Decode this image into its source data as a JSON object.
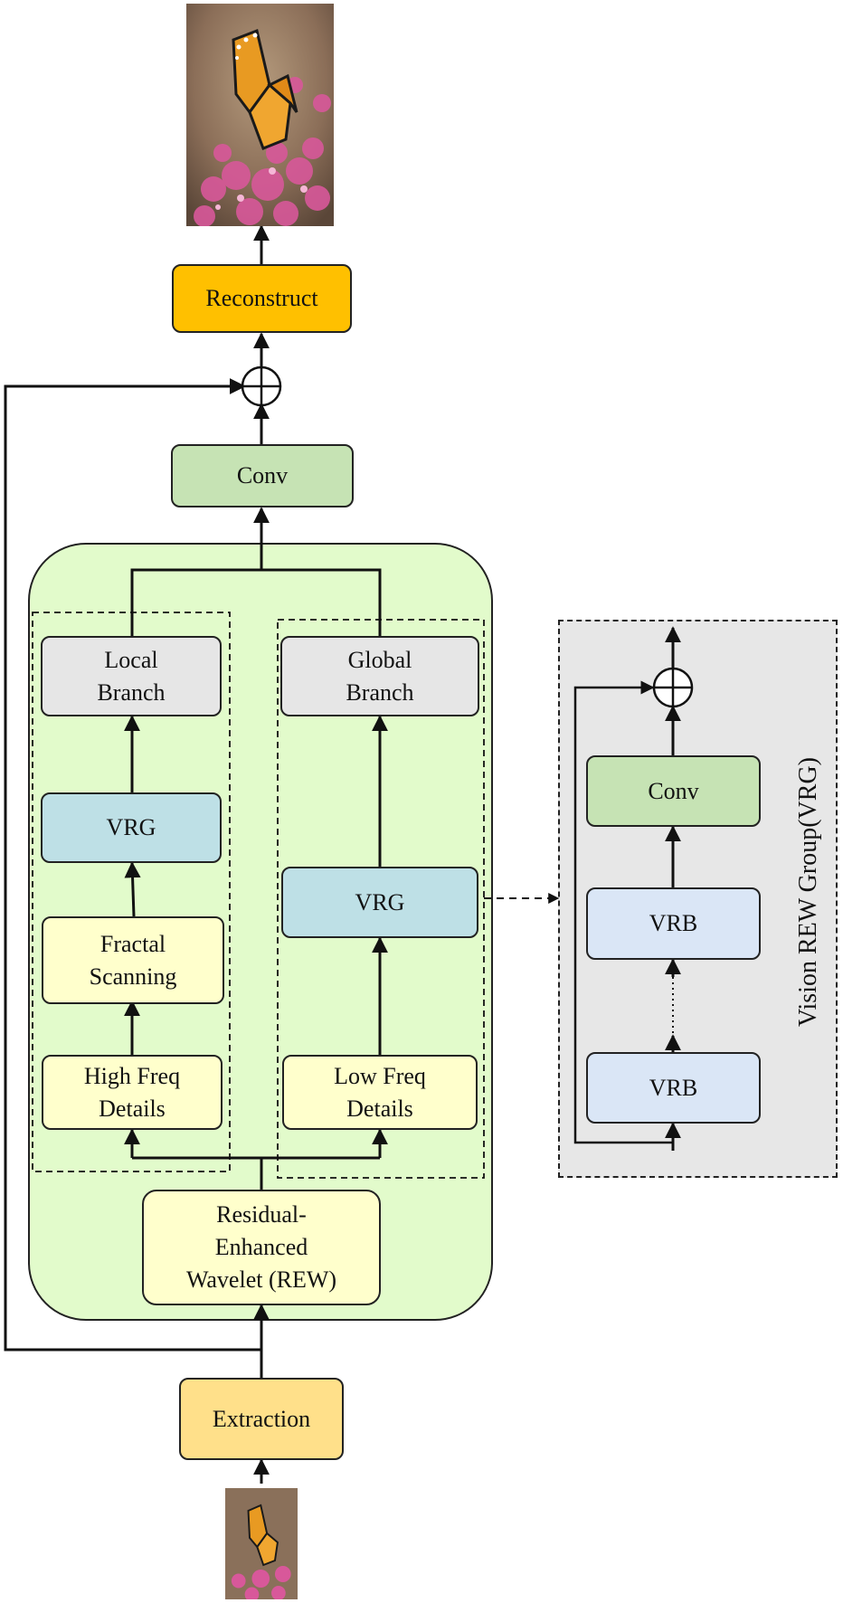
{
  "blocks": {
    "reconstruct": "Reconstruct",
    "conv_top": "Conv",
    "local_branch": "Local\nBranch",
    "global_branch": "Global\nBranch",
    "vrg_left": "VRG",
    "vrg_right": "VRG",
    "fractal_scanning": "Fractal\nScanning",
    "high_freq": "High Freq\nDetails",
    "low_freq": "Low Freq\nDetails",
    "rew": "Residual-\nEnhanced\nWavelet (REW)",
    "extraction": "Extraction"
  },
  "vrg_detail": {
    "conv": "Conv",
    "vrb_top": "VRB",
    "vrb_bottom": "VRB",
    "title": "Vision REW Group(VRG)"
  },
  "colors": {
    "reconstruct": "#FFC000",
    "conv": "#C6E3B4",
    "main_panel": "#E2FBCB",
    "branch": "#E6E6E6",
    "vrg": "#BEE0E6",
    "yellow_block": "#FFFFCC",
    "extraction": "#FFE08A",
    "vrb": "#DAE6F6",
    "vrg_panel": "#E7E7E7"
  },
  "icons": {
    "output_image": "butterfly-photo",
    "input_image": "butterfly-photo-small",
    "adders": "circled-plus-icon"
  }
}
